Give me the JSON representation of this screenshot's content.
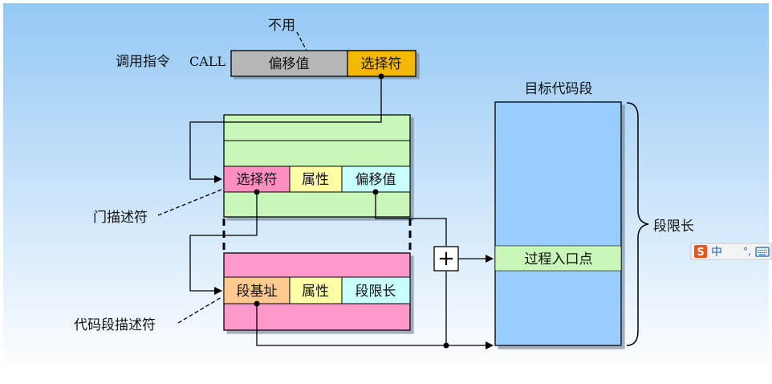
{
  "call_instruction": {
    "label": "调用指令",
    "mnemonic": "CALL",
    "offset_field": "偏移值",
    "selector_field": "选择符",
    "unused_note": "不用"
  },
  "gate_descriptor": {
    "label": "门描述符",
    "selector_field": "选择符",
    "attribute_field": "属性",
    "offset_field": "偏移值"
  },
  "code_segment_descriptor": {
    "label": "代码段描述符",
    "base_field": "段基址",
    "attribute_field": "属性",
    "limit_field": "段限长"
  },
  "target_segment": {
    "title": "目标代码段",
    "entry_point": "过程入口点",
    "limit_label": "段限长"
  },
  "adder_symbol": "+",
  "ime_toolbar": {
    "logo": "S",
    "mode": "中"
  },
  "colors": {
    "background_top": "#9ecdf5",
    "background_bottom": "#ffffff",
    "instruction_gray": "#b5b5b5",
    "selector_yellow": "#f5b800",
    "gate_green": "#c9f7b9",
    "selector_pink": "#ff8fc0",
    "attribute_yellow": "#ffffa6",
    "offset_cyan": "#c9ffff",
    "code_desc_pink": "#ff99cc",
    "base_orange": "#ffc990",
    "segment_blue": "#99ccff",
    "entry_green": "#c9f7b9"
  }
}
